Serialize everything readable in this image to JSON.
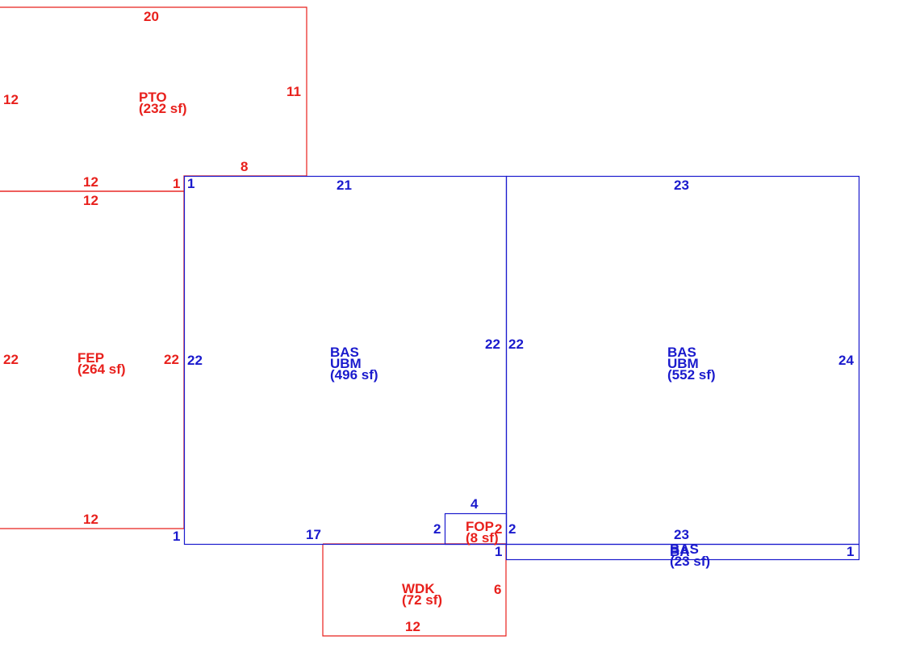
{
  "colors": {
    "red": "#e8201c",
    "blue": "#1a1acd"
  },
  "areas": {
    "pto": {
      "code": "PTO",
      "area": "(232 sf)"
    },
    "fep": {
      "code": "FEP",
      "area": "(264 sf)"
    },
    "bas_left": {
      "code": "BAS",
      "sub": "UBM",
      "area": "(496 sf)"
    },
    "bas_right": {
      "code": "BAS",
      "sub": "UBM",
      "area": "(552 sf)"
    },
    "bas_small": {
      "code": "BAS",
      "sub": "BA",
      "area": "(23 sf)"
    },
    "fop": {
      "code": "FOP",
      "area": "(8 sf)"
    },
    "wdk": {
      "code": "WDK",
      "area": "(72 sf)"
    }
  },
  "dims": {
    "pto_top": "20",
    "pto_left": "12",
    "pto_right": "11",
    "pto_bottom_right": "8",
    "pto_bottom_left": "12",
    "pto_step": "1",
    "fep_top": "12",
    "fep_left": "22",
    "fep_right": "22",
    "fep_bottom": "12",
    "bas_left_top": "21",
    "bas_left_left": "22",
    "bas_left_right": "22",
    "bas_left_bottom": "17",
    "bas_left_corner_top": "1",
    "bas_left_corner_bottom": "1",
    "bas_right_top": "23",
    "bas_right_left": "22",
    "bas_right_right": "24",
    "bas_right_bottom": "23",
    "bas_small_left": "1",
    "bas_small_right": "1",
    "fop_top": "4",
    "fop_left": "2",
    "fop_right_red": "2",
    "fop_right_blue": "2",
    "wdk_right": "6",
    "wdk_bottom": "12"
  }
}
